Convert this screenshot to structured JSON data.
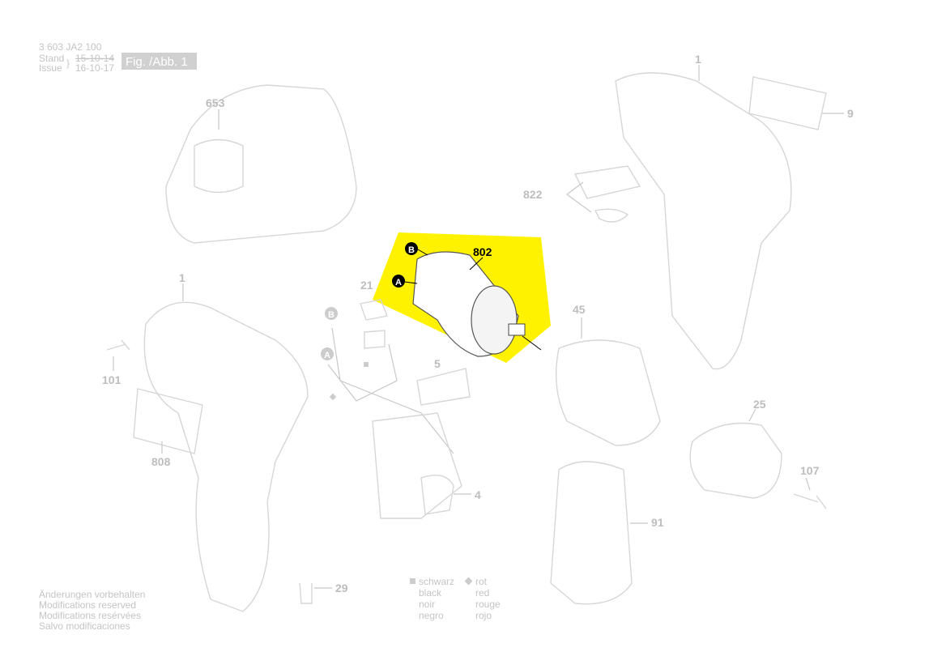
{
  "header": {
    "doc_number": "3 603 JA2 100",
    "stand_label": "Stand",
    "issue_label": "Issue",
    "old_date": "15-10-14",
    "new_date": "16-10-17",
    "figure_label": "Fig. /Abb. 1"
  },
  "highlight_color": "#fff200",
  "parts": {
    "charger": "653",
    "housing_right": "1",
    "label_plate": "9",
    "switch_cover": "822",
    "motor": "802",
    "motor_terminal_b": "B",
    "motor_terminal_a": "A",
    "part_21": "21",
    "wire_b": "B",
    "wire_a": "A",
    "part_5": "5",
    "gearbox": "45",
    "chuck": "25",
    "screw_107": "107",
    "battery": "91",
    "switch": "4",
    "clip": "29",
    "housing_left": "1",
    "screw_101": "101",
    "label_808": "808"
  },
  "footer": {
    "modifications": [
      "Änderungen vorbehalten",
      "Modifications reserved",
      "Modifications resérvées",
      "Salvo modificaciones"
    ],
    "legend_black": [
      "schwarz",
      "black",
      "noir",
      "negro"
    ],
    "legend_red": [
      "rot",
      "red",
      "rouge",
      "rojo"
    ]
  }
}
